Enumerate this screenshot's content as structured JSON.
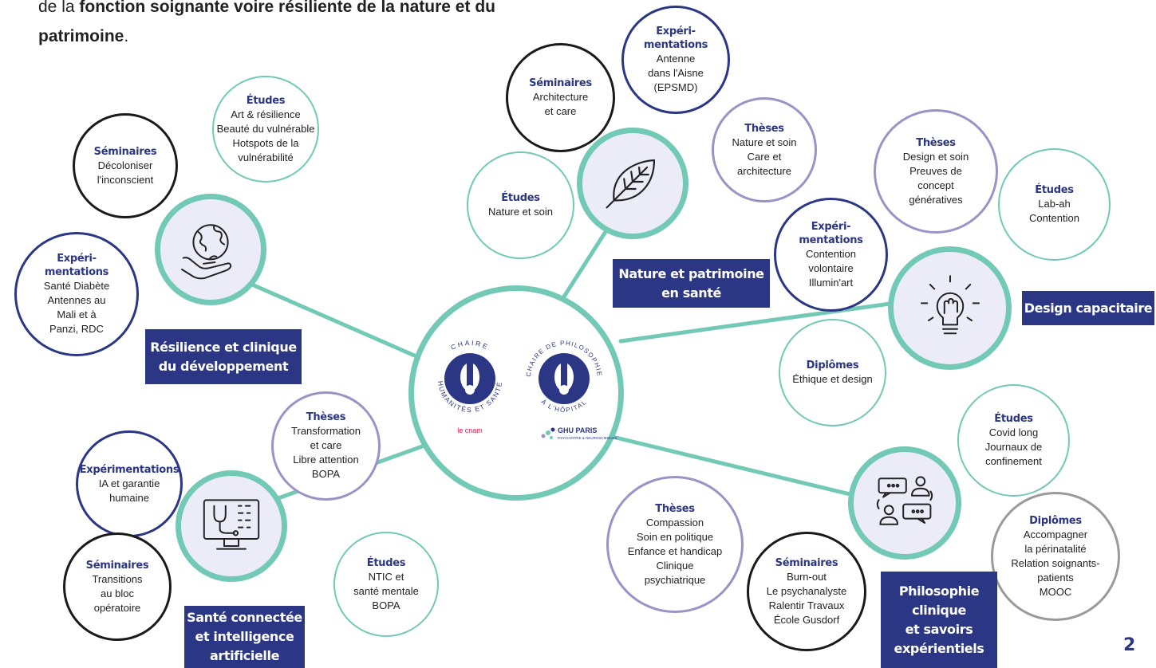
{
  "intro": {
    "prefix": "de la ",
    "bold_1": "fonction soignante voire résiliente de la nature et du",
    "bold_2": "patrimoine",
    "suffix": "."
  },
  "page_number": "2",
  "center": {
    "logo_left_text": "CHAIRE HUMANITÉS ET SANTÉ",
    "logo_left_org": "le cnam",
    "logo_right_text": "CHAIRE DE PHILOSOPHIE À L'HÔPITAL",
    "logo_right_org": "GHU PARIS",
    "logo_right_sub": "PSYCHIATRIE & NEUROSCIENCES"
  },
  "colors": {
    "navy": "#2b3784",
    "teal": "#72c9b5",
    "lavender": "#9b92c6",
    "hub_fill": "#ececf8"
  },
  "hubs": {
    "resilience": {
      "icon": "globe-in-hand-icon",
      "label_lines": [
        "Résilience et clinique",
        "du développement"
      ]
    },
    "nature": {
      "icon": "leaf-icon",
      "label_lines": [
        "Nature et patrimoine",
        "en santé"
      ]
    },
    "design": {
      "icon": "lightbulb-fist-icon",
      "label_lines": [
        "Design capacitaire"
      ]
    },
    "sante": {
      "icon": "monitor-stethoscope-icon",
      "label_lines": [
        "Santé connectée",
        "et intelligence",
        "artificielle"
      ]
    },
    "philo": {
      "icon": "people-chat-icon",
      "label_lines": [
        "Philosophie",
        "clinique",
        "et savoirs",
        "expérientiels"
      ]
    }
  },
  "bubbles": {
    "res_etudes": {
      "title": "Études",
      "lines": [
        "Art & résilience",
        "Beauté du vulnérable",
        "Hotspots de la",
        "vulnérabilité"
      ]
    },
    "res_seminaires": {
      "title": "Séminaires",
      "lines": [
        "Décoloniser",
        "l'inconscient"
      ]
    },
    "res_experimentations": {
      "title": "Expéri-\nmentations",
      "lines": [
        "Santé Diabète",
        "Antennes au",
        "Mali et à",
        "Panzi, RDC"
      ]
    },
    "nat_seminaires": {
      "title": "Séminaires",
      "lines": [
        "Architecture",
        "et care"
      ]
    },
    "nat_experimentations": {
      "title": "Expéri-\nmentations",
      "lines": [
        "Antenne",
        "dans l'Aisne",
        "(EPSMD)"
      ]
    },
    "nat_theses": {
      "title": "Thèses",
      "lines": [
        "Nature et soin",
        "Care et",
        "architecture"
      ]
    },
    "nat_etudes": {
      "title": "Études",
      "lines": [
        "Nature et soin"
      ]
    },
    "des_theses": {
      "title": "Thèses",
      "lines": [
        "Design et soin",
        "Preuves de",
        "concept",
        "génératives"
      ]
    },
    "des_etudes": {
      "title": "Études",
      "lines": [
        "Lab-ah",
        "Contention"
      ]
    },
    "des_experimentations": {
      "title": "Expéri-\nmentations",
      "lines": [
        "Contention",
        "volontaire",
        "Illumin'art"
      ]
    },
    "des_diplomes": {
      "title": "Diplômes",
      "lines": [
        "Éthique et design"
      ]
    },
    "san_theses": {
      "title": "Thèses",
      "lines": [
        "Transformation",
        "et care",
        "Libre attention",
        "BOPA"
      ]
    },
    "san_experimentations": {
      "title": "Expérimentations",
      "lines": [
        "IA et garantie",
        "humaine"
      ]
    },
    "san_seminaires": {
      "title": "Séminaires",
      "lines": [
        "Transitions",
        "au bloc",
        "opératoire"
      ]
    },
    "san_etudes": {
      "title": "Études",
      "lines": [
        "NTIC et",
        "santé mentale",
        "BOPA"
      ]
    },
    "phi_etudes": {
      "title": "Études",
      "lines": [
        "Covid long",
        "Journaux de",
        "confinement"
      ]
    },
    "phi_diplomes": {
      "title": "Diplômes",
      "lines": [
        "Accompagner",
        "la périnatalité",
        "Relation soignants-",
        "patients",
        "MOOC"
      ]
    },
    "phi_theses": {
      "title": "Thèses",
      "lines": [
        "Compassion",
        "Soin en politique",
        "Enfance et handicap",
        "Clinique",
        "psychiatrique"
      ]
    },
    "phi_seminaires": {
      "title": "Séminaires",
      "lines": [
        "Burn-out",
        "Le psychanalyste",
        "Ralentir Travaux",
        "École Gusdorf"
      ]
    }
  }
}
